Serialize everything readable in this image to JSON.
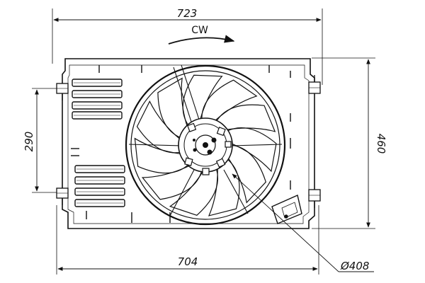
{
  "dimensions": {
    "top_width": "723",
    "bottom_width": "704",
    "left_height": "290",
    "right_height": "460",
    "diameter": "Ø408"
  },
  "rotation_label": "CW",
  "blade_count": 11
}
